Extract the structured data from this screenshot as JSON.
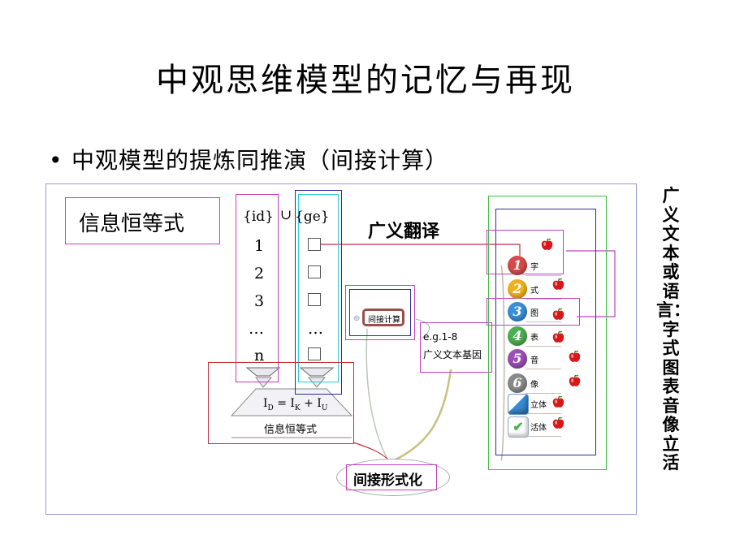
{
  "title": "中观思维模型的记忆与再现",
  "bullet": "中观模型的提炼同推演（间接计算）",
  "side_text": "广义文本或语言：字式图表音像立活",
  "diagram": {
    "identity_label": "信息恒等式",
    "set_header_left": "{id}",
    "set_union": "∪",
    "set_header_right": "{ge}",
    "rows": [
      "1",
      "2",
      "3",
      "…",
      "n"
    ],
    "right_dots": "…",
    "translation_label": "广义翻译",
    "indirect_calc_label": "间接计算",
    "eg_line1": "e.g.1-8",
    "eg_line2": "广义文本基因",
    "formula": "I_D = I_K + I_U",
    "formula_caption": "信息恒等式",
    "formalization_label": "间接形式化",
    "mindmap_items": [
      {
        "num": "1",
        "label": "字",
        "color": "#d64a4a"
      },
      {
        "num": "2",
        "label": "式",
        "color": "#f0b21c"
      },
      {
        "num": "3",
        "label": "图",
        "color": "#3a8fd6"
      },
      {
        "num": "4",
        "label": "表",
        "color": "#4caf50"
      },
      {
        "num": "5",
        "label": "音",
        "color": "#9c4fb5"
      },
      {
        "num": "6",
        "label": "像",
        "color": "#8a8a8a"
      },
      {
        "num": "",
        "label": "立体",
        "color": "#3a8fd6"
      },
      {
        "num": "",
        "label": "活体",
        "color": "#4caf50"
      }
    ]
  },
  "colors": {
    "magenta": "#c040c0",
    "navy": "#2a2a9a",
    "cyan": "#30c8d8",
    "red_box": "#c03040",
    "green_box": "#40c040",
    "apple_red": "#d81818"
  },
  "icons": [
    "apple-icon",
    "checkmark-icon",
    "cube-icon"
  ]
}
